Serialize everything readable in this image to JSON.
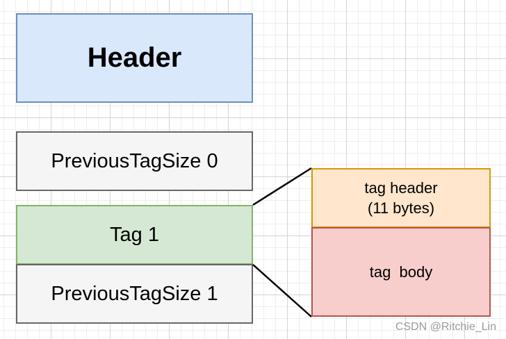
{
  "blocks": {
    "header": {
      "label": "Header",
      "fill": "#dae8fc",
      "stroke": "#6c8ebf"
    },
    "previous_tag_size_0": {
      "label": "PreviousTagSize 0",
      "fill": "#f5f5f5",
      "stroke": "#666666"
    },
    "tag_1": {
      "label": "Tag 1",
      "fill": "#d5e8d4",
      "stroke": "#82b366"
    },
    "previous_tag_size_1": {
      "label": "PreviousTagSize 1",
      "fill": "#f5f5f5",
      "stroke": "#666666"
    }
  },
  "tag_detail": {
    "tag_header": {
      "line1": "tag header",
      "line2": "(11 bytes)",
      "fill": "#ffe6cc",
      "stroke": "#d79b00"
    },
    "tag_body": {
      "label": "tag  body",
      "fill": "#f8cecc",
      "stroke": "#b85450"
    }
  },
  "watermark": "CSDN @Ritchie_Lin"
}
